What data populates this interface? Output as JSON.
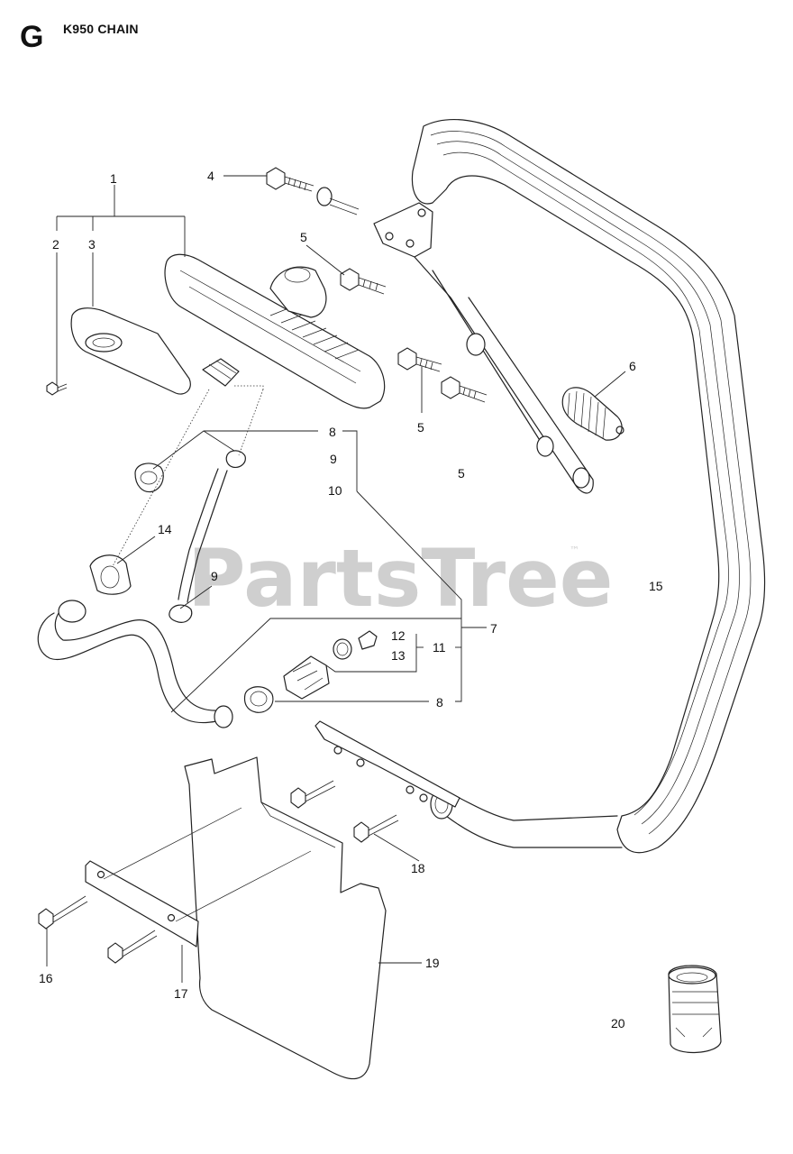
{
  "header": {
    "section_letter": "G",
    "title": "K950 CHAIN"
  },
  "watermark": {
    "text": "PartsTree",
    "trademark": "™"
  },
  "callouts": [
    {
      "id": "c1",
      "label": "1"
    },
    {
      "id": "c2",
      "label": "2"
    },
    {
      "id": "c3",
      "label": "3"
    },
    {
      "id": "c4",
      "label": "4"
    },
    {
      "id": "c5a",
      "label": "5"
    },
    {
      "id": "c5b",
      "label": "5"
    },
    {
      "id": "c5c",
      "label": "5"
    },
    {
      "id": "c6",
      "label": "6"
    },
    {
      "id": "c7",
      "label": "7"
    },
    {
      "id": "c8a",
      "label": "8"
    },
    {
      "id": "c8b",
      "label": "8"
    },
    {
      "id": "c9a",
      "label": "9"
    },
    {
      "id": "c9b",
      "label": "9"
    },
    {
      "id": "c10",
      "label": "10"
    },
    {
      "id": "c11",
      "label": "11"
    },
    {
      "id": "c12",
      "label": "12"
    },
    {
      "id": "c13",
      "label": "13"
    },
    {
      "id": "c14",
      "label": "14"
    },
    {
      "id": "c15",
      "label": "15"
    },
    {
      "id": "c16",
      "label": "16"
    },
    {
      "id": "c17",
      "label": "17"
    },
    {
      "id": "c18",
      "label": "18"
    },
    {
      "id": "c19",
      "label": "19"
    },
    {
      "id": "c20",
      "label": "20"
    }
  ]
}
